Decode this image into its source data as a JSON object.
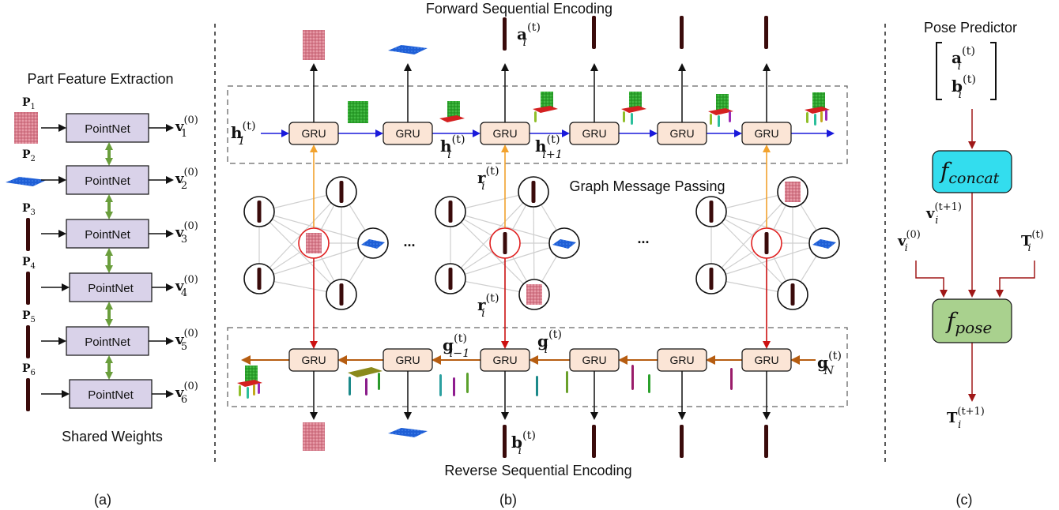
{
  "panels": {
    "a": {
      "title": "Part Feature Extraction",
      "footer": "Shared Weights",
      "caption": "(a)",
      "module_label": "PointNet",
      "parts": [
        {
          "label": "P",
          "sub": "1",
          "out": "v",
          "out_sub": "1",
          "out_sup": "(0)",
          "shape": "pink-panel"
        },
        {
          "label": "P",
          "sub": "2",
          "out": "v",
          "out_sub": "2",
          "out_sup": "(0)",
          "shape": "blue-slab"
        },
        {
          "label": "P",
          "sub": "3",
          "out": "v",
          "out_sub": "3",
          "out_sup": "(0)",
          "shape": "dark-leg"
        },
        {
          "label": "P",
          "sub": "4",
          "out": "v",
          "out_sub": "4",
          "out_sup": "(0)",
          "shape": "dark-leg"
        },
        {
          "label": "P",
          "sub": "5",
          "out": "v",
          "out_sub": "5",
          "out_sup": "(0)",
          "shape": "dark-leg"
        },
        {
          "label": "P",
          "sub": "6",
          "out": "v",
          "out_sub": "6",
          "out_sup": "(0)",
          "shape": "dark-leg"
        }
      ]
    },
    "b": {
      "top_title": "Forward Sequential Encoding",
      "bottom_title": "Reverse Sequential Encoding",
      "middle_title": "Graph Message Passing",
      "caption": "(b)",
      "gru_label": "GRU",
      "ellipsis": "...",
      "forward": {
        "h1": {
          "base": "h",
          "sub": "1",
          "sup": "(t)"
        },
        "hi": {
          "base": "h",
          "sub": "i",
          "sup": "(t)"
        },
        "hi1": {
          "base": "h",
          "sub": "i+1",
          "sup": "(t)"
        },
        "ai": {
          "base": "a",
          "sub": "i",
          "sup": "(t)"
        }
      },
      "reverse": {
        "gN": {
          "base": "g",
          "sub": "N",
          "sup": "(t)"
        },
        "gi": {
          "base": "g",
          "sub": "i",
          "sup": "(t)"
        },
        "gi_1": {
          "base": "g",
          "sub": "i−1",
          "sup": "(t)"
        },
        "bi": {
          "base": "b",
          "sub": "i",
          "sup": "(t)"
        }
      },
      "graph": {
        "r_top": {
          "base": "r",
          "sub": "i",
          "sup": "(t)"
        },
        "r_bottom": {
          "base": "r",
          "sub": "i",
          "sup": "(t)"
        }
      }
    },
    "c": {
      "title": "Pose Predictor",
      "caption": "(c)",
      "vec_a": {
        "base": "a",
        "sub": "i",
        "sup": "(t)"
      },
      "vec_b": {
        "base": "b",
        "sub": "i",
        "sup": "(t)"
      },
      "f_concat": {
        "base": "f",
        "sub": "concat"
      },
      "f_pose": {
        "base": "f",
        "sub": "pose"
      },
      "v_next": {
        "base": "v",
        "sub": "i",
        "sup": "(t+1)"
      },
      "v0": {
        "base": "v",
        "sub": "i",
        "sup": "(0)"
      },
      "T_t": {
        "base": "T",
        "sub": "i",
        "sup": "(t)"
      },
      "T_next": {
        "base": "T",
        "sub": "i",
        "sup": "(t+1)"
      }
    }
  },
  "colors": {
    "pointnet_fill": "#d9d2e9",
    "gru_fill": "#fbe5d6",
    "concat_fill": "#33ddee",
    "pose_fill": "#a9d18e",
    "forward_arrow": "#1a1adb",
    "reverse_arrow": "#b65d11",
    "up_arrow": "#f2a22d",
    "down_arrow": "#cc1111",
    "dark_red": "#a01818",
    "green_arrow": "#6a9e3c",
    "leg": "#3a0b0b",
    "pink": "#d87c8c",
    "blue": "#1f5fd6"
  }
}
